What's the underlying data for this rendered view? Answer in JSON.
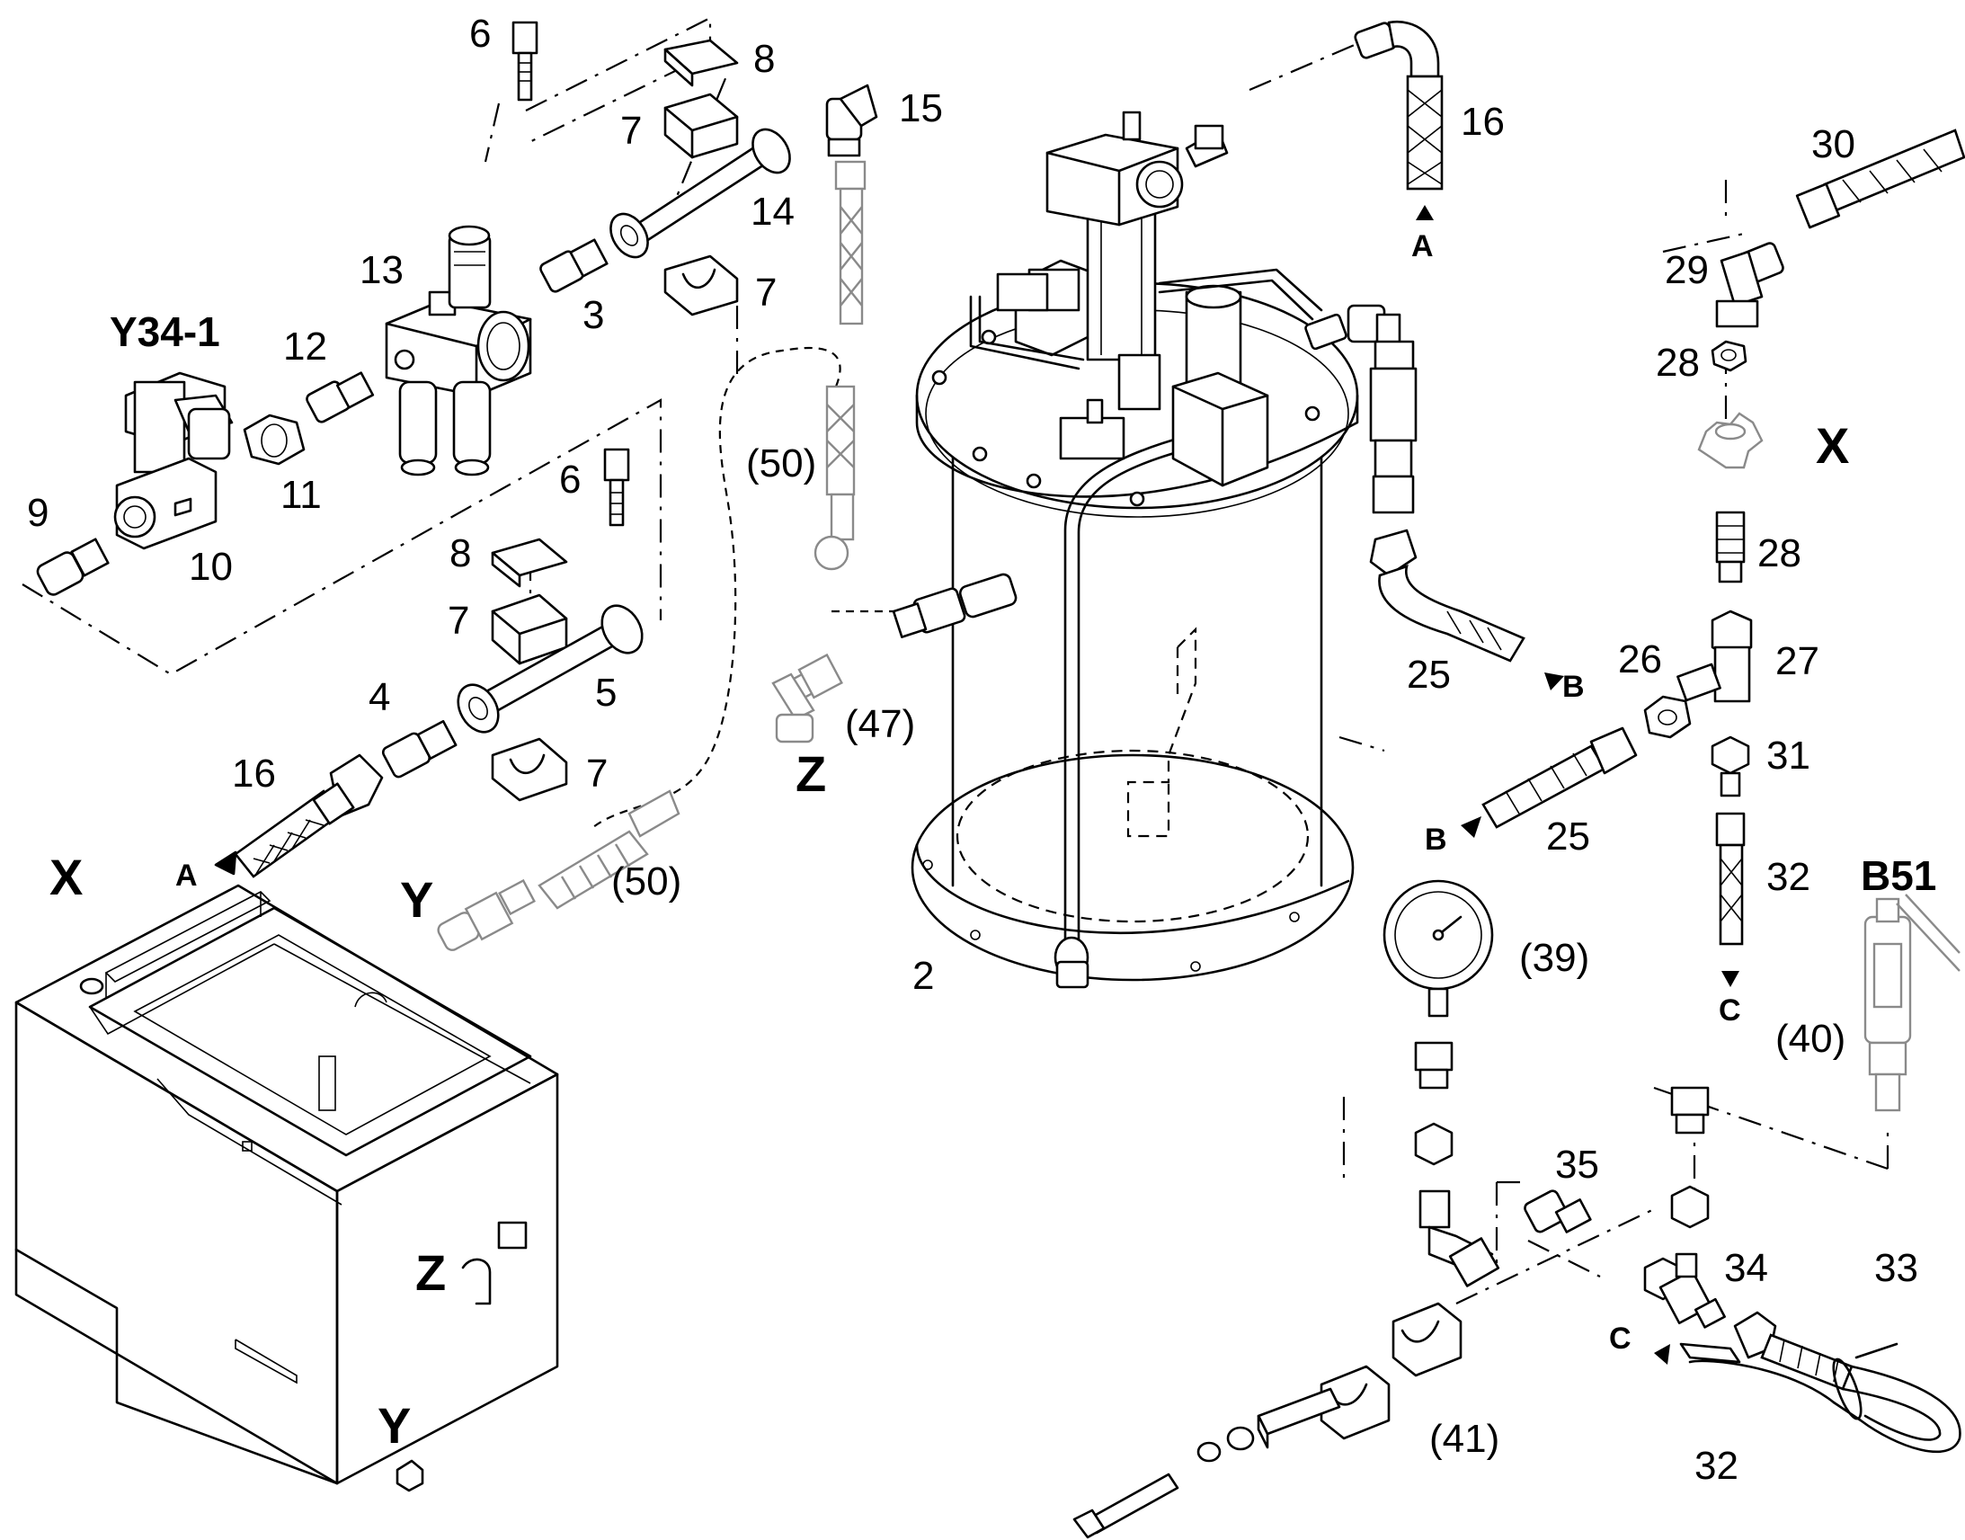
{
  "callouts": {
    "c6a": "6",
    "c8a": "8",
    "c7a": "7",
    "c15": "15",
    "c14": "14",
    "c7b": "7",
    "c13": "13",
    "c3": "3",
    "y34": "Y34-1",
    "c12": "12",
    "c11": "11",
    "c10": "10",
    "c9": "9",
    "c6b": "6",
    "c8b": "8",
    "c7c": "7",
    "c5": "5",
    "c4": "4",
    "c16a": "16",
    "c7d": "7",
    "arrowA1": "A",
    "x1": "X",
    "y1": "Y",
    "c50a": "(50)",
    "c50b": "(50)",
    "c47": "(47)",
    "z1": "Z",
    "c16b": "16",
    "arrowA2": "A",
    "c2": "2",
    "c25a": "25",
    "arrowB1": "B",
    "c30": "30",
    "c29": "29",
    "c28a": "28",
    "x2": "X",
    "c28b": "28",
    "c27": "27",
    "c26": "26",
    "c31": "31",
    "c25b": "25",
    "arrowB2": "B",
    "c32a": "32",
    "arrowC1": "C",
    "b51": "B51",
    "c40": "(40)",
    "c39": "(39)",
    "c35": "35",
    "c34": "34",
    "c33": "33",
    "arrowC2": "C",
    "c32b": "32",
    "c41": "(41)",
    "z2": "Z",
    "y2": "Y"
  }
}
